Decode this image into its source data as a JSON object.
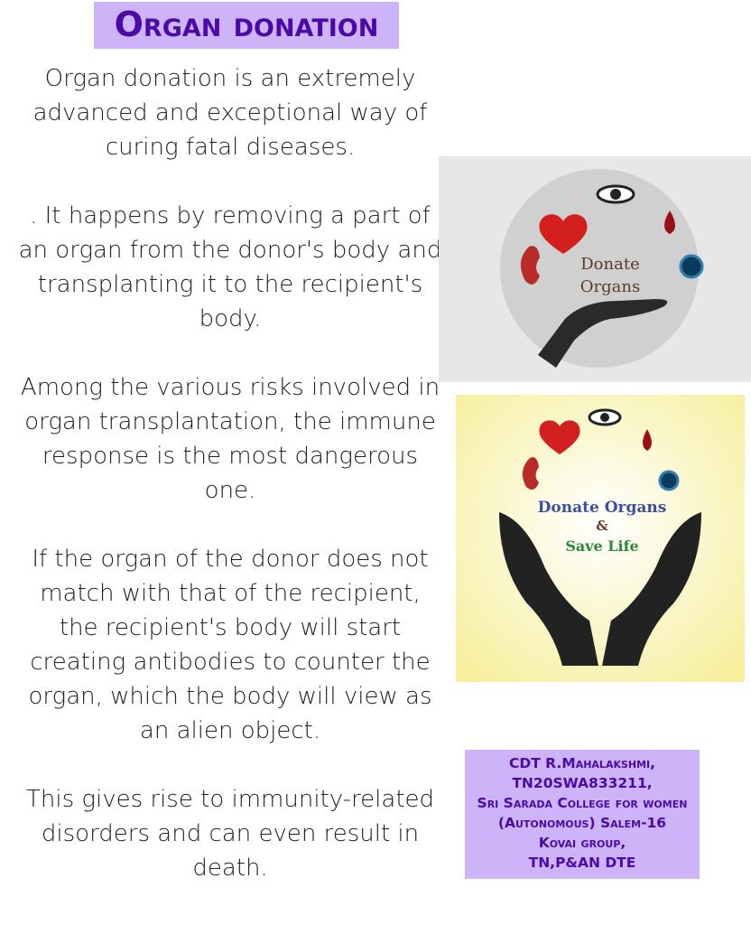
{
  "title": "Organ donation",
  "paragraphs": [
    "Organ donation is an extremely advanced and exceptional way of curing fatal diseases.",
    ". It happens by removing a part of an organ from the donor's body and transplanting it to the recipient's body.",
    "Among the various risks involved in organ transplantation, the immune response is the most dangerous one.",
    "If the organ of the donor does not match with that of the recipient, the recipient's body will start creating antibodies to counter the organ, which the body will view as an alien object.",
    "This gives rise to immunity-related disorders and can even result in death."
  ],
  "image1": {
    "line1": "Donate",
    "line2": "Organs"
  },
  "image2": {
    "line1": "Donate Organs",
    "line2": "&",
    "line3": "Save Life"
  },
  "credit": [
    "CDT R.Mahalakshmi,",
    "TN20SWA833211,",
    "Sri Sarada College for women",
    "(Autonomous) Salem-16",
    "Kovai group,",
    "TN,P&AN DTE"
  ]
}
